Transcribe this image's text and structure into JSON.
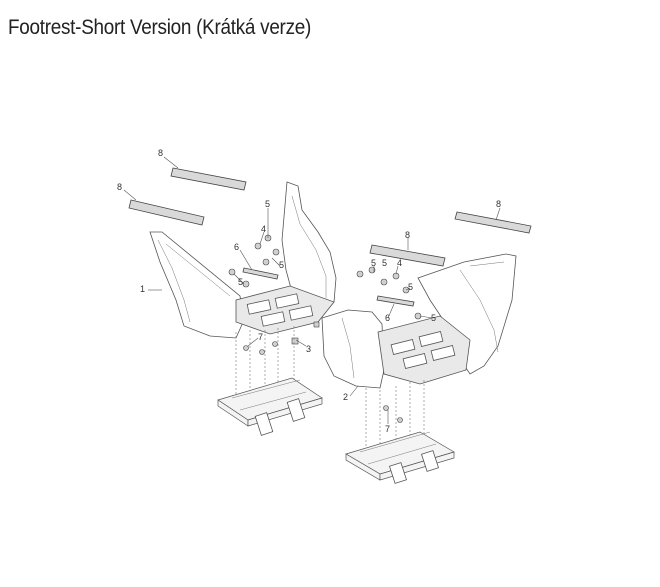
{
  "title": "Footrest-Short Version (Krátká verze)",
  "callouts": [
    "8",
    "8",
    "8",
    "8",
    "5",
    "4",
    "6",
    "5",
    "5",
    "1",
    "7",
    "3",
    "5",
    "4",
    "5",
    "5",
    "6",
    "5",
    "2",
    "7"
  ]
}
